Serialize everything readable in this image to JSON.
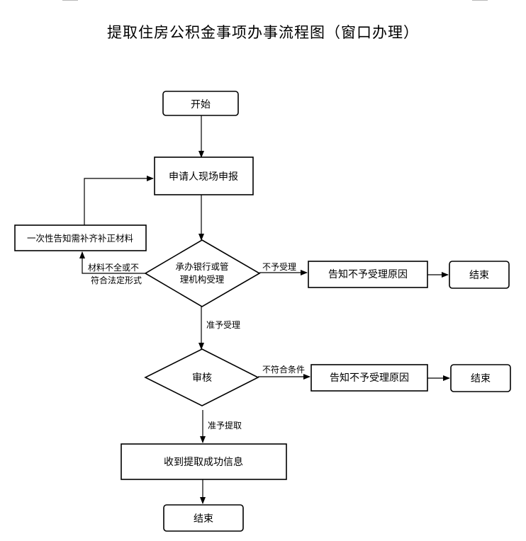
{
  "title": "提取住房公积金事项办事流程图（窗口办理）",
  "nodes": {
    "start": "开始",
    "apply": "申请人现场申报",
    "notify_supplement": "一次性告知需补齐补正材料",
    "bank_accept_line1": "承办银行或管",
    "bank_accept_line2": "理机构受理",
    "reject_reason_1": "告知不予受理原因",
    "end_1": "结束",
    "review": "审核",
    "reject_reason_2": "告知不予受理原因",
    "end_2": "结束",
    "success": "收到提取成功信息",
    "end_final": "结束"
  },
  "edges": {
    "incomplete_line1": "材料不全或不",
    "incomplete_line2": "符合法定形式",
    "not_accepted": "不予受理",
    "accepted": "准予受理",
    "not_eligible": "不符合条件",
    "approved": "准予提取"
  }
}
